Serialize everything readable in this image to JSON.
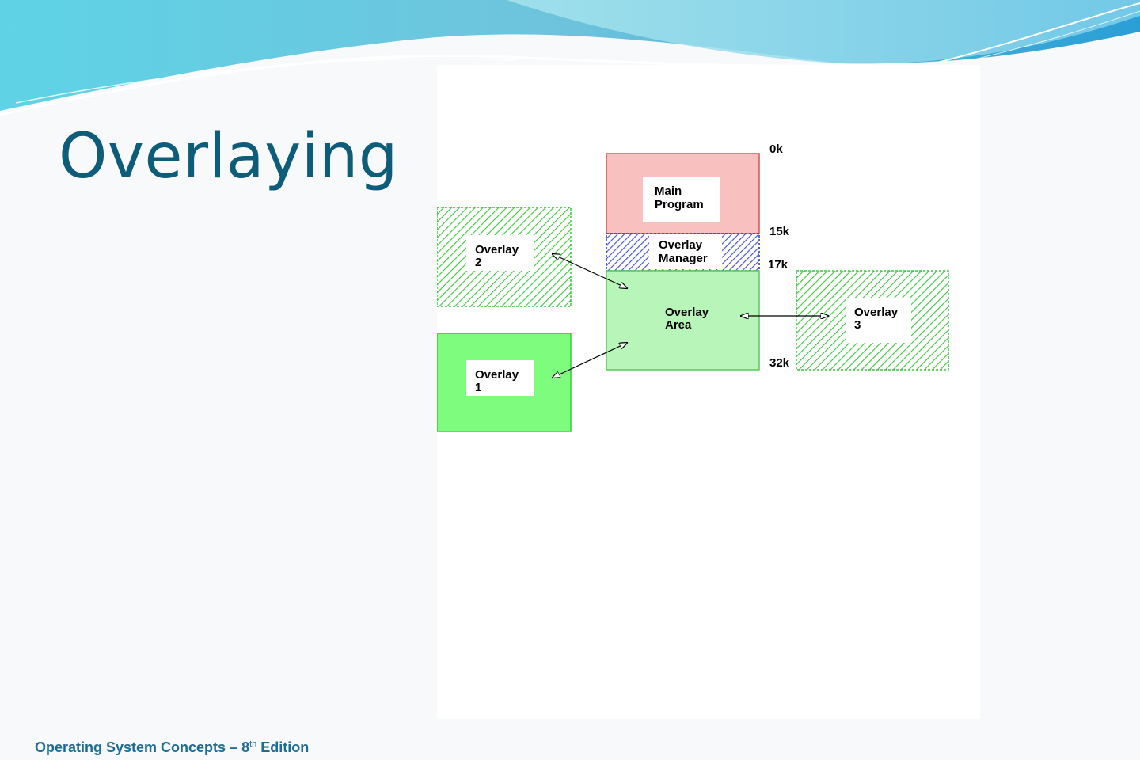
{
  "slide": {
    "title": "Overlaying",
    "footer_prefix": "Operating System Concepts – 8",
    "footer_sup": "th",
    "footer_suffix": " Edition"
  },
  "diagram": {
    "memory_blocks": [
      {
        "id": "main",
        "lines": [
          "Main",
          "Program"
        ],
        "fill": "#f9c0c0",
        "border": "#e05050"
      },
      {
        "id": "manager",
        "lines": [
          "Overlay",
          "Manager"
        ],
        "fill": "#3b4fd6",
        "border": "#2233cc"
      },
      {
        "id": "area",
        "lines": [
          "Overlay",
          "Area"
        ],
        "fill": "#b8f5b8",
        "border": "#55cc55"
      }
    ],
    "addresses": [
      "0k",
      "15k",
      "17k",
      "32k"
    ],
    "overlays": [
      {
        "id": "overlay2",
        "lines": [
          "Overlay",
          "2"
        ],
        "style": "hatched"
      },
      {
        "id": "overlay1",
        "lines": [
          "Overlay",
          "1"
        ],
        "style": "solid"
      },
      {
        "id": "overlay3",
        "lines": [
          "Overlay",
          "3"
        ],
        "style": "hatched"
      }
    ],
    "colors": {
      "overlay_solid": "#7dfc7d",
      "overlay_hatch": "#36c936",
      "title": "#0d5c7a",
      "footer": "#1c6c94"
    }
  }
}
